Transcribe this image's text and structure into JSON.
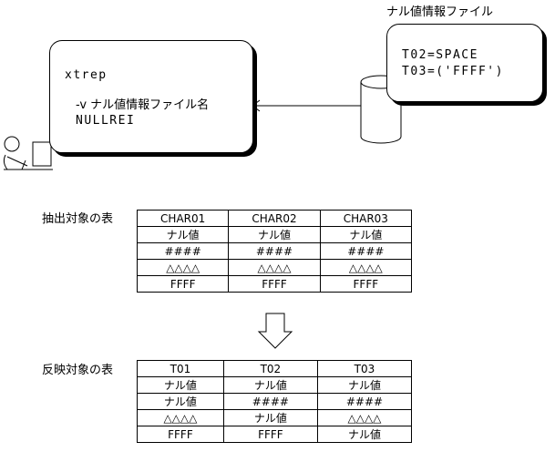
{
  "file_label": "ナル値情報ファイル",
  "file_box": {
    "line1": "T02=SPACE",
    "line2": "T03=('FFFF')"
  },
  "command_box": {
    "command": "xtrep",
    "option": "-v ナル値情報ファイル名",
    "arg": "NULLREI"
  },
  "extract_table": {
    "title": "抽出対象の表",
    "headers": [
      "CHAR01",
      "CHAR02",
      "CHAR03"
    ],
    "rows": [
      [
        "ナル値",
        "ナル値",
        "ナル値"
      ],
      [
        "####",
        "####",
        "####"
      ],
      [
        "△△△△",
        "△△△△",
        "△△△△"
      ],
      [
        "FFFF",
        "FFFF",
        "FFFF"
      ]
    ]
  },
  "reflect_table": {
    "title": "反映対象の表",
    "headers": [
      "T01",
      "T02",
      "T03"
    ],
    "rows": [
      [
        "ナル値",
        "ナル値",
        "ナル値"
      ],
      [
        "ナル値",
        "####",
        "####"
      ],
      [
        "△△△△",
        "ナル値",
        "△△△△"
      ],
      [
        "FFFF",
        "FFFF",
        "ナル値"
      ]
    ]
  }
}
